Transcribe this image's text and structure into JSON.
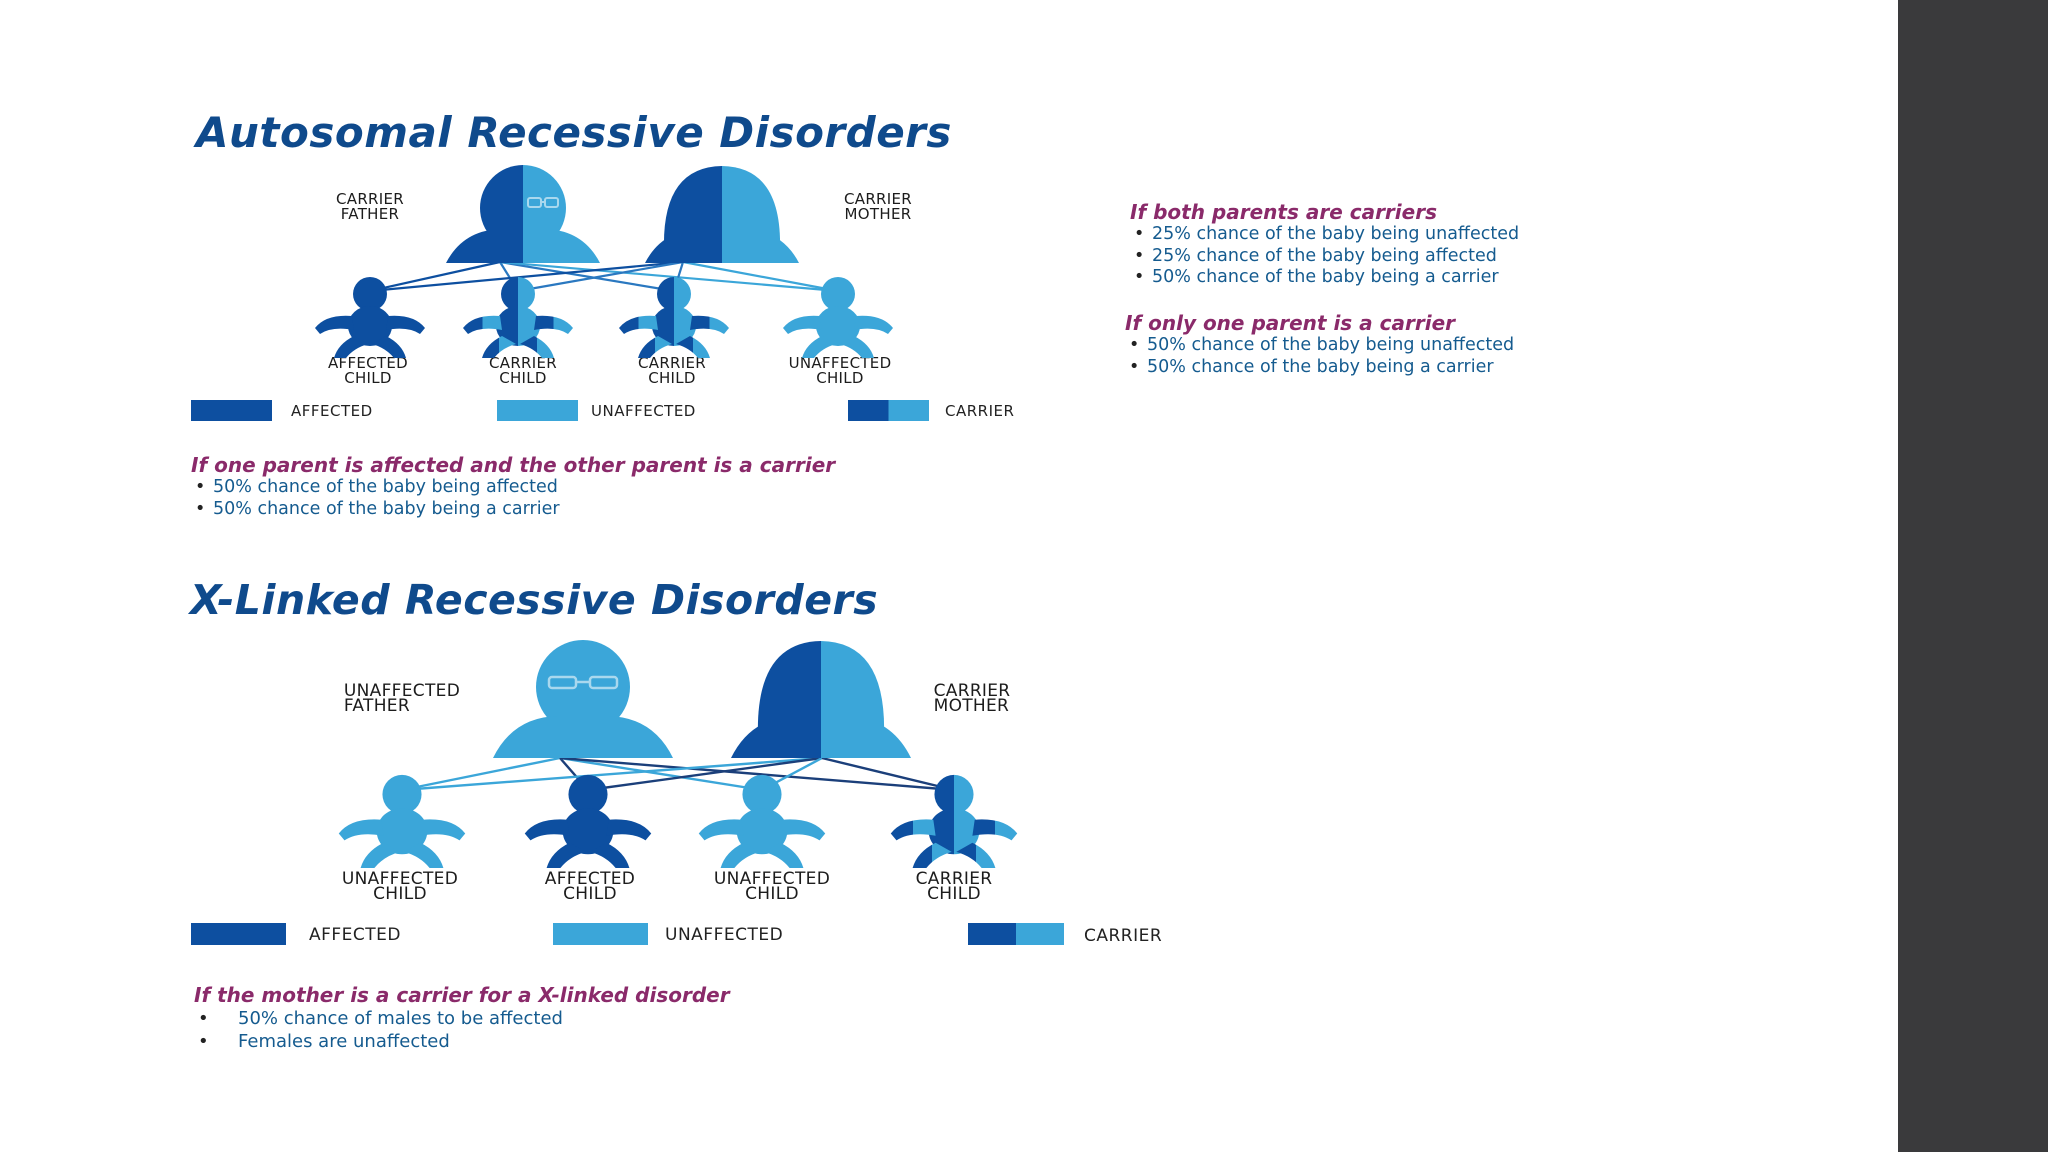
{
  "colors": {
    "affected": "#0d4fa0",
    "unaffected": "#3ba6d9",
    "title": "#0f4a8c",
    "heading": "#8a2a6a",
    "bullet_text": "#155b8f"
  },
  "autosomal": {
    "title": "Autosomal Recessive Disorders",
    "parents": [
      {
        "label_line1": "CARRIER",
        "label_line2": "FATHER",
        "type": "carrier",
        "has_glasses": true
      },
      {
        "label_line1": "CARRIER",
        "label_line2": "MOTHER",
        "type": "carrier",
        "has_glasses": false
      }
    ],
    "children": [
      {
        "label_line1": "AFFECTED",
        "label_line2": "CHILD",
        "type": "affected"
      },
      {
        "label_line1": "CARRIER",
        "label_line2": "CHILD",
        "type": "carrier"
      },
      {
        "label_line1": "CARRIER",
        "label_line2": "CHILD",
        "type": "carrier"
      },
      {
        "label_line1": "UNAFFECTED",
        "label_line2": "CHILD",
        "type": "unaffected"
      }
    ],
    "legend": {
      "affected": "AFFECTED",
      "unaffected": "UNAFFECTED",
      "carrier": "CARRIER"
    },
    "notes": [
      {
        "heading": "If both parents are carriers",
        "items": [
          "25% chance of the baby being unaffected",
          "25% chance of the baby being affected",
          "50% chance of the baby being a carrier"
        ]
      },
      {
        "heading": "If only one parent is a carrier",
        "items": [
          "50% chance of the baby being unaffected",
          "50% chance of the baby being a carrier"
        ]
      },
      {
        "heading": "If one parent is affected and the other parent is a carrier",
        "items": [
          "50% chance of the baby being affected",
          "50% chance of the baby being a carrier"
        ]
      }
    ]
  },
  "xlinked": {
    "title": "X-Linked Recessive Disorders",
    "parents": [
      {
        "label_line1": "UNAFFECTED",
        "label_line2": "FATHER",
        "type": "unaffected",
        "has_glasses": true
      },
      {
        "label_line1": "CARRIER",
        "label_line2": "MOTHER",
        "type": "carrier",
        "has_glasses": false
      }
    ],
    "children": [
      {
        "label_line1": "UNAFFECTED",
        "label_line2": "CHILD",
        "type": "unaffected"
      },
      {
        "label_line1": "AFFECTED",
        "label_line2": "CHILD",
        "type": "affected"
      },
      {
        "label_line1": "UNAFFECTED",
        "label_line2": "CHILD",
        "type": "unaffected"
      },
      {
        "label_line1": "CARRIER",
        "label_line2": "CHILD",
        "type": "carrier"
      }
    ],
    "legend": {
      "affected": "AFFECTED",
      "unaffected": "UNAFFECTED",
      "carrier": "CARRIER"
    },
    "notes": [
      {
        "heading": "If the mother is a carrier for a X-linked disorder",
        "items": [
          "50% chance of males to be affected",
          "Females are unaffected"
        ]
      }
    ]
  }
}
